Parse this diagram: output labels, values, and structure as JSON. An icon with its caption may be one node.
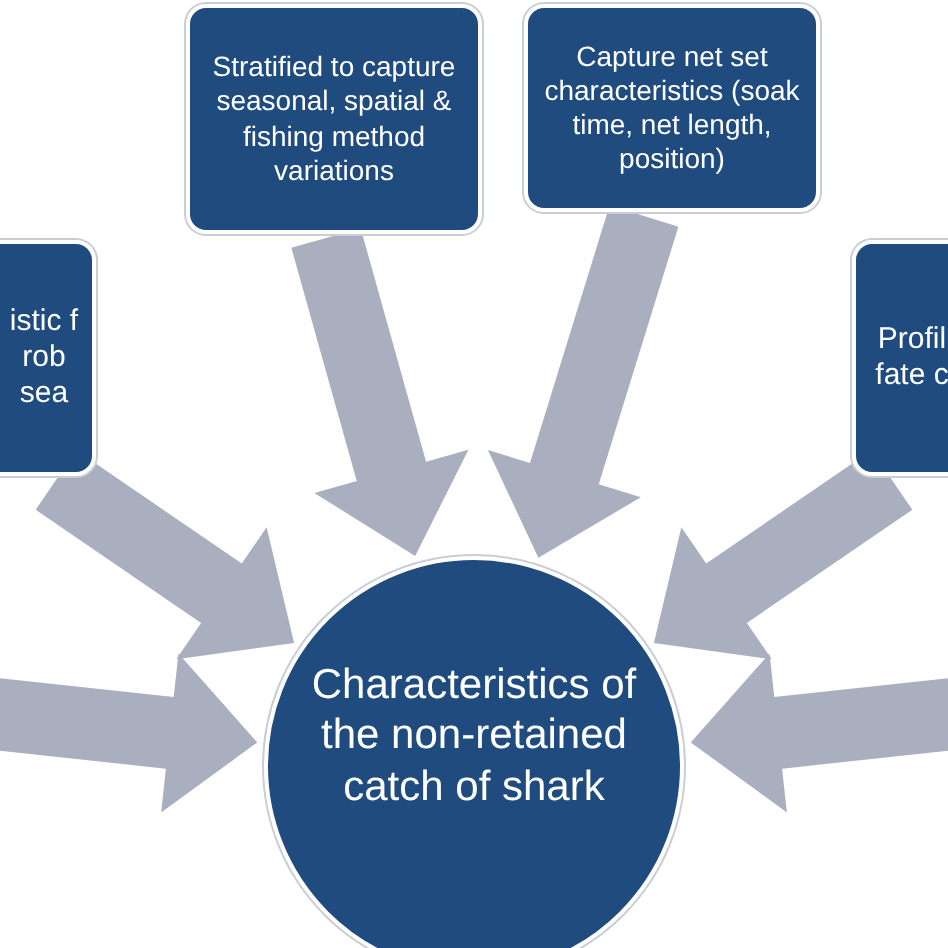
{
  "diagram": {
    "nodes": [
      {
        "text": [
          "istic f rob sea"
        ]
      },
      {
        "text": [
          "Stratified to capture seasonal, spatial & fishing method variations"
        ]
      },
      {
        "text": [
          "Capture net set characteristics (soak time, net length, position)"
        ]
      },
      {
        "text": [
          "Profil fate c"
        ]
      },
      {
        "text": [
          "Characteristics of the non-retained catch of shark"
        ]
      }
    ],
    "edges": [
      {
        "from": 0,
        "to": 4,
        "arrow": "to"
      },
      {
        "from": 1,
        "to": 4,
        "arrow": "to"
      },
      {
        "from": 2,
        "to": 4,
        "arrow": "to"
      },
      {
        "from": 3,
        "to": 4,
        "arrow": "to"
      },
      {
        "from": null,
        "to": 4,
        "arrow": "to"
      },
      {
        "from": null,
        "to": 4,
        "arrow": "to"
      }
    ]
  }
}
